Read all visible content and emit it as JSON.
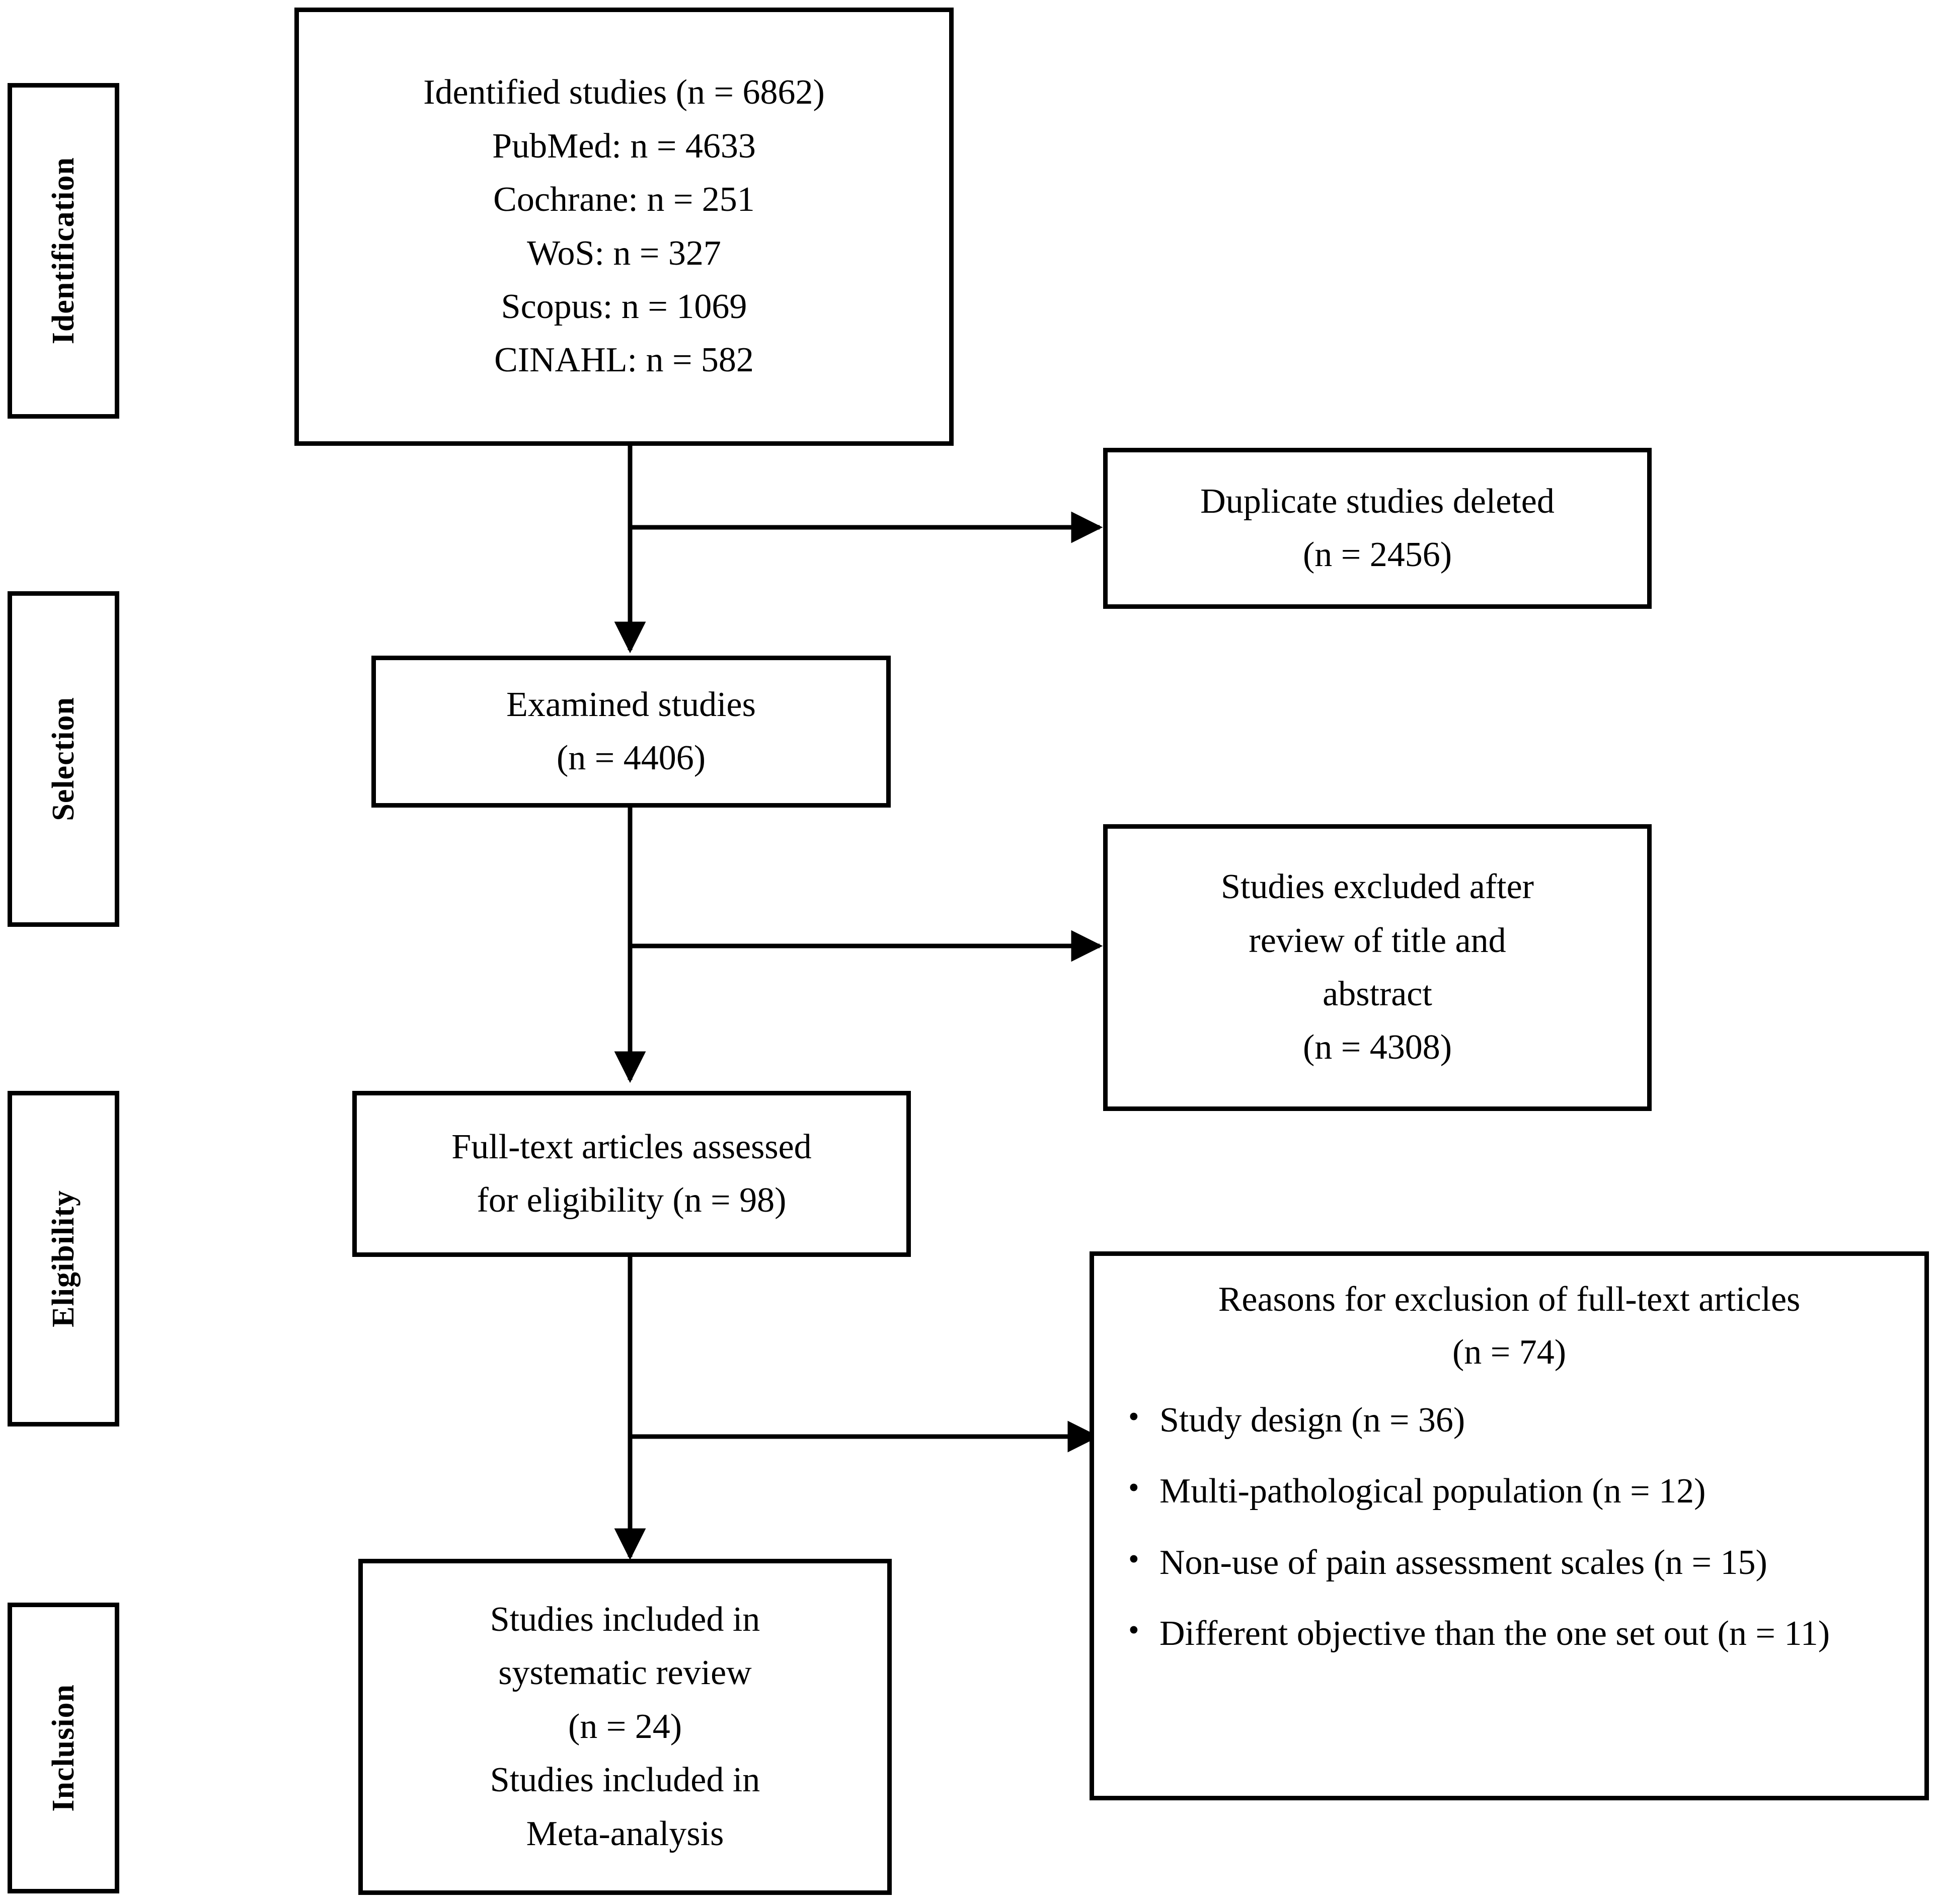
{
  "diagram": {
    "type": "prisma-flow-diagram",
    "stages": [
      {
        "name": "identification",
        "label": "Identification"
      },
      {
        "name": "selection",
        "label": "Selection"
      },
      {
        "name": "eligibility",
        "label": "Eligibility"
      },
      {
        "name": "inclusion",
        "label": "Inclusion"
      }
    ],
    "nodes": {
      "identified_studies": {
        "lines": [
          "Identified studies (n = 6862)",
          "PubMed: n = 4633",
          "Cochrane: n = 251",
          "WoS: n = 327",
          "Scopus: n = 1069",
          "CINAHL: n = 582"
        ]
      },
      "duplicates_deleted": {
        "lines": [
          "Duplicate studies deleted",
          "(n = 2456)"
        ]
      },
      "examined_studies": {
        "lines": [
          "Examined studies",
          "(n = 4406)"
        ]
      },
      "excluded_title_abstract": {
        "lines": [
          "Studies excluded after",
          "review of title and",
          "abstract",
          "(n = 4308)"
        ]
      },
      "fulltext_assessed": {
        "lines": [
          "Full-text articles assessed",
          "for eligibility (n = 98)"
        ]
      },
      "reasons_for_exclusion": {
        "title_lines": [
          "Reasons for exclusion of full-text articles",
          "(n = 74)"
        ],
        "bullets": [
          "Study design (n = 36)",
          "Multi-pathological population (n = 12)",
          "Non-use of pain assessment scales (n = 15)",
          "Different objective than the one set out (n = 11)"
        ]
      },
      "studies_included": {
        "lines": [
          "Studies included in",
          "systematic review",
          "(n = 24)",
          "Studies included in",
          "Meta-analysis"
        ]
      }
    },
    "counts": {
      "identified_total": 6862,
      "pubmed": 4633,
      "cochrane": 251,
      "wos": 327,
      "scopus": 1069,
      "cinahl": 582,
      "duplicates_deleted": 2456,
      "examined": 4406,
      "excluded_title_abstract": 4308,
      "fulltext_assessed": 98,
      "reasons_total": 74,
      "reason_study_design": 36,
      "reason_multi_pathological": 12,
      "reason_non_use_scales": 15,
      "reason_different_objective": 11,
      "included_systematic_review": 24
    },
    "colors": {
      "stroke": "#000000",
      "fill": "#ffffff",
      "text": "#000000"
    }
  }
}
